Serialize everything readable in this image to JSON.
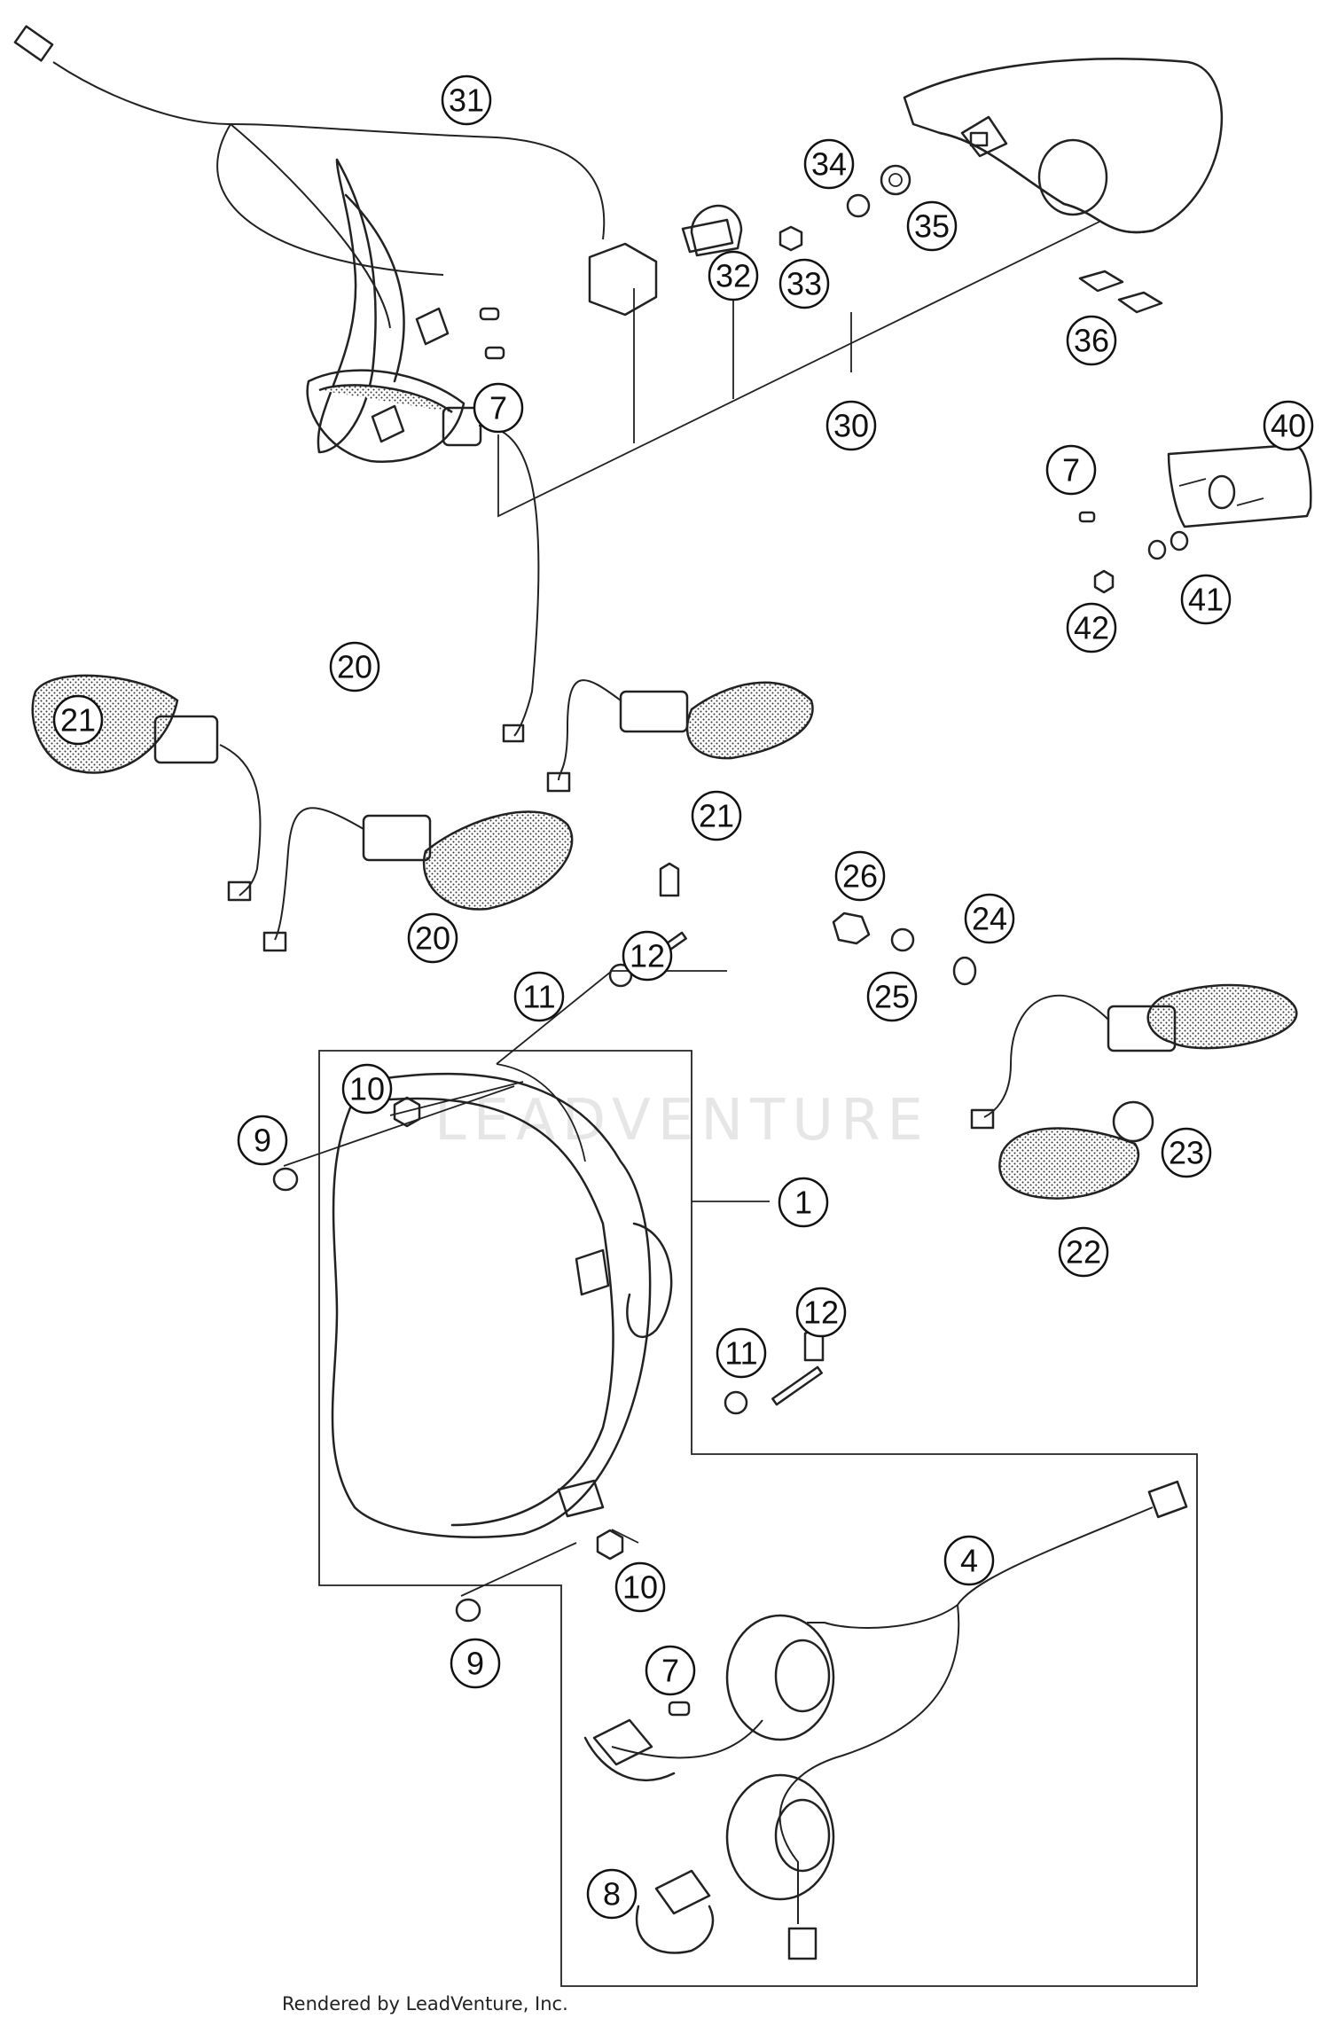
{
  "watermark": "LEADVENTURE",
  "credit": "Rendered by LeadVenture, Inc.",
  "callouts": [
    {
      "id": "c31",
      "label": "31"
    },
    {
      "id": "c34",
      "label": "34"
    },
    {
      "id": "c35",
      "label": "35"
    },
    {
      "id": "c33",
      "label": "33"
    },
    {
      "id": "c32",
      "label": "32"
    },
    {
      "id": "c36",
      "label": "36"
    },
    {
      "id": "c7a",
      "label": "7"
    },
    {
      "id": "c30",
      "label": "30"
    },
    {
      "id": "c40",
      "label": "40"
    },
    {
      "id": "c7b",
      "label": "7"
    },
    {
      "id": "c41",
      "label": "41"
    },
    {
      "id": "c42",
      "label": "42"
    },
    {
      "id": "c20a",
      "label": "20"
    },
    {
      "id": "c21a",
      "label": "21"
    },
    {
      "id": "c21b",
      "label": "21"
    },
    {
      "id": "c20b",
      "label": "20"
    },
    {
      "id": "c26",
      "label": "26"
    },
    {
      "id": "c24",
      "label": "24"
    },
    {
      "id": "c25",
      "label": "25"
    },
    {
      "id": "c12a",
      "label": "12"
    },
    {
      "id": "c11a",
      "label": "11"
    },
    {
      "id": "c10a",
      "label": "10"
    },
    {
      "id": "c9a",
      "label": "9"
    },
    {
      "id": "c1",
      "label": "1"
    },
    {
      "id": "c23",
      "label": "23"
    },
    {
      "id": "c22",
      "label": "22"
    },
    {
      "id": "c12b",
      "label": "12"
    },
    {
      "id": "c11b",
      "label": "11"
    },
    {
      "id": "c10b",
      "label": "10"
    },
    {
      "id": "c9b",
      "label": "9"
    },
    {
      "id": "c4",
      "label": "4"
    },
    {
      "id": "c7c",
      "label": "7"
    },
    {
      "id": "c8",
      "label": "8"
    }
  ]
}
